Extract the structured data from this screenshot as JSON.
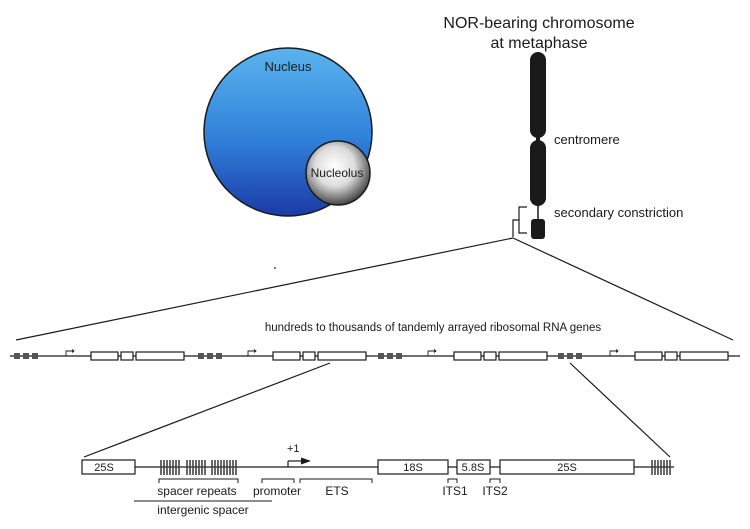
{
  "chromosome": {
    "title_line1": "NOR-bearing chromosome",
    "title_line2": "at metaphase",
    "centromere_label": "centromere",
    "constriction_label": "secondary constriction"
  },
  "cell": {
    "nucleus_label": "Nucleus",
    "nucleolus_label": "Nucleolus"
  },
  "array": {
    "caption": "hundreds to thousands of tandemly arrayed ribosomal RNA genes"
  },
  "unit": {
    "left_25s": "25S",
    "box_18s": "18S",
    "box_58s": "5.8S",
    "box_25s": "25S",
    "tss_label": "+1",
    "spacer_repeats": "spacer repeats",
    "promoter": "promoter",
    "ets": "ETS",
    "its1": "ITS1",
    "its2": "ITS2",
    "intergenic_spacer": "intergenic spacer"
  },
  "colors": {
    "nucleus_top": "#5ab4ee",
    "nucleus_bottom": "#1b3aa6",
    "nucleolus_light": "#ffffff",
    "nucleolus_dark": "#3c3c3c",
    "ink": "#1a1a1a"
  }
}
